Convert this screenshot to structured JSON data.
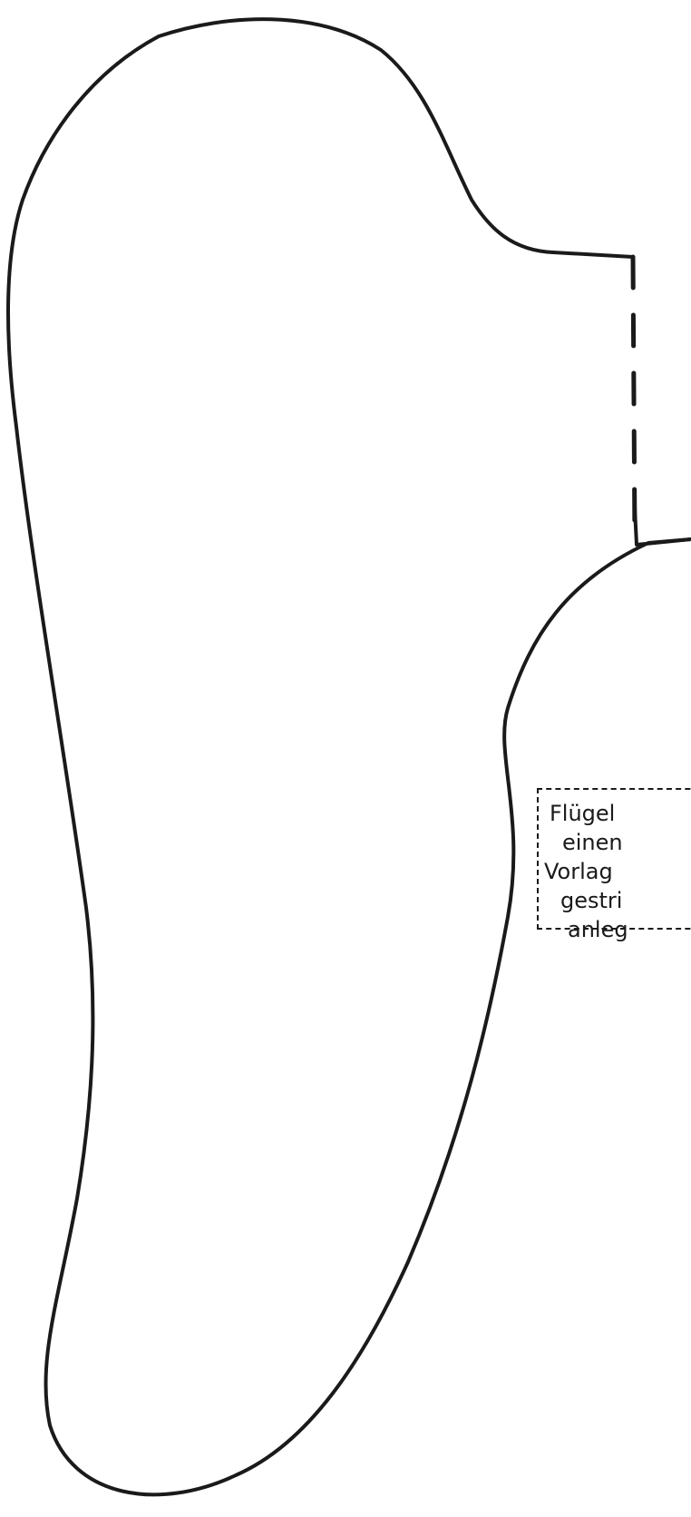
{
  "instruction": {
    "lines": [
      "Flügel",
      "einen",
      "Vorlag",
      "gestri",
      "anleg"
    ]
  },
  "colors": {
    "outline": "#1a1a1a",
    "background": "#ffffff"
  }
}
